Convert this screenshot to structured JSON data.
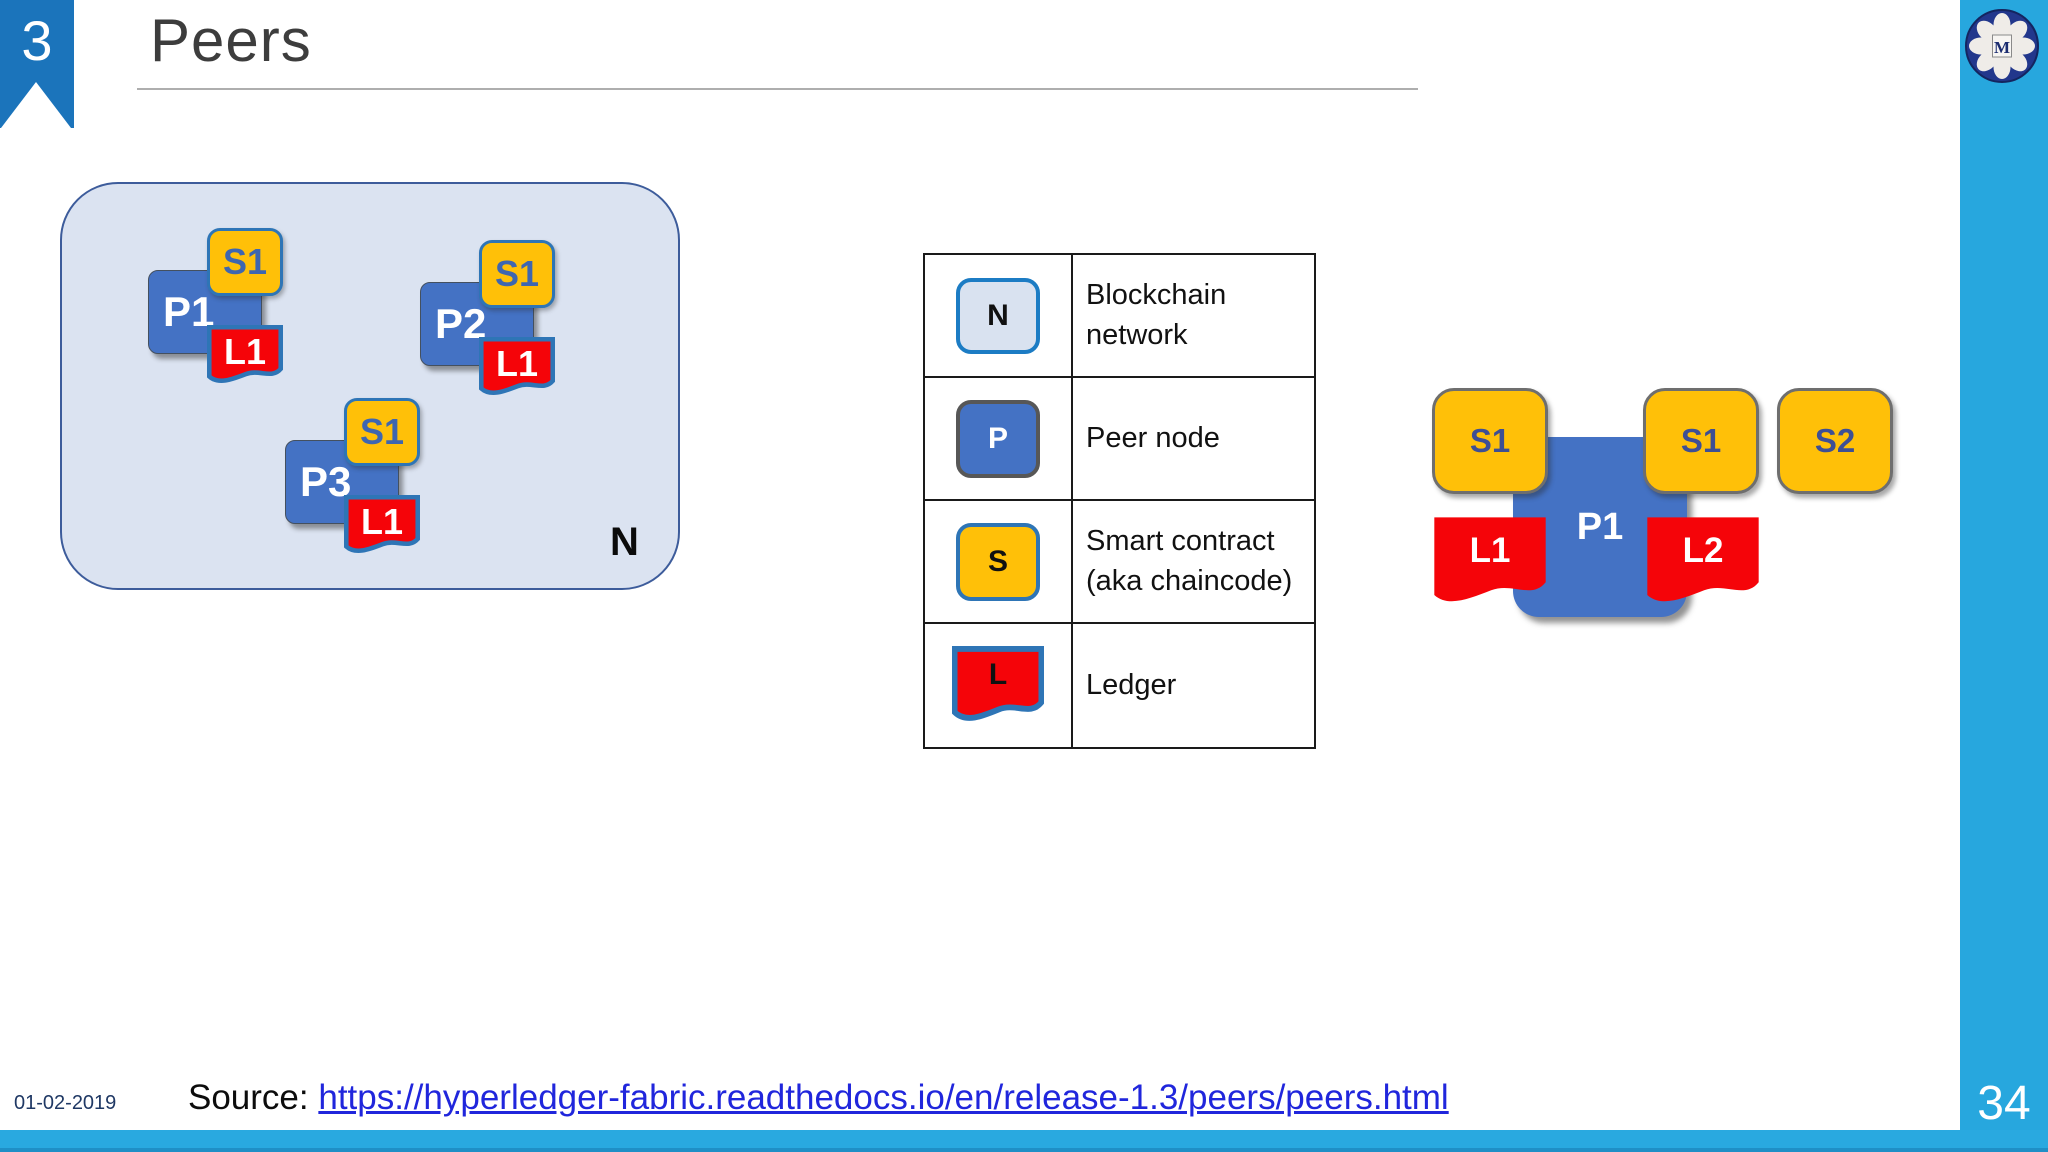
{
  "slide": {
    "badge_number": "3",
    "title": "Peers",
    "page_number": "34",
    "date": "01-02-2019",
    "source_label": "Source:",
    "source_url": "https://hyperledger-fabric.readthedocs.io/en/release-1.3/peers/peers.html",
    "logo_letter": "M"
  },
  "network": {
    "label": "N",
    "peers": [
      {
        "peer": "P1",
        "contract": "S1",
        "ledger": "L1"
      },
      {
        "peer": "P2",
        "contract": "S1",
        "ledger": "L1"
      },
      {
        "peer": "P3",
        "contract": "S1",
        "ledger": "L1"
      }
    ]
  },
  "legend": {
    "rows": [
      {
        "icon": "N",
        "label": "Blockchain network"
      },
      {
        "icon": "P",
        "label": "Peer node"
      },
      {
        "icon": "S",
        "label": "Smart contract (aka chaincode)"
      },
      {
        "icon": "L",
        "label": "Ledger"
      }
    ]
  },
  "peer_detail": {
    "peer": "P1",
    "contracts": [
      "S1",
      "S1",
      "S2"
    ],
    "ledgers": [
      "L1",
      "L2"
    ]
  },
  "colors": {
    "accent_cyan": "#29A9E0",
    "badge_blue": "#1B74BB",
    "peer_blue": "#4472C4",
    "contract_yellow": "#FFC008",
    "ledger_red": "#F50409",
    "network_fill": "#DBE3F1",
    "icon_border_blue": "#2E75B6",
    "link_blue": "#2026DC"
  }
}
